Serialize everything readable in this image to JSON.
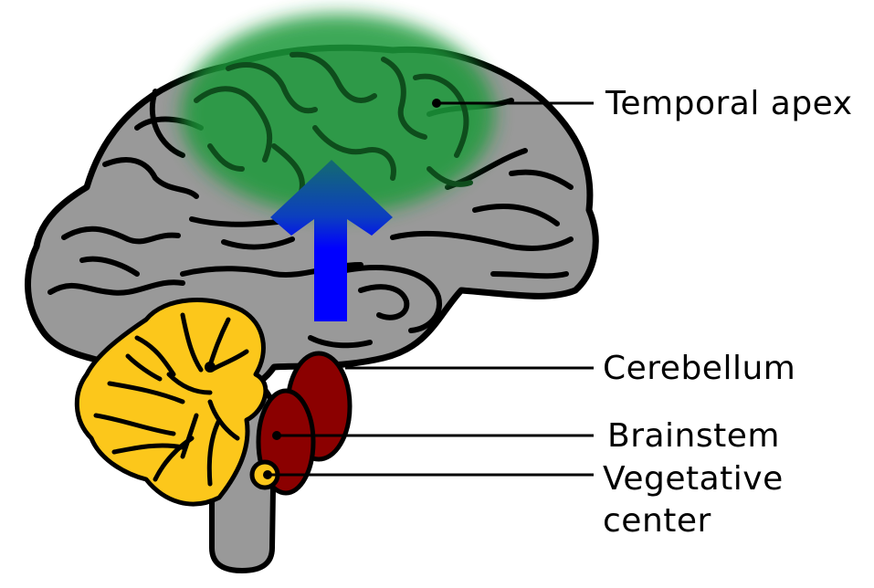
{
  "labels": {
    "temporal_apex": "Temporal apex",
    "cerebellum": "Cerebellum",
    "brainstem": "Brainstem",
    "vegetative_line1": "Vegetative",
    "vegetative_line2": "center"
  },
  "colors": {
    "brain": "#999999",
    "outline": "#000000",
    "highlight": "#1f9a3a",
    "arrow": "#0000ff",
    "cerebellum": "#fcc71b",
    "brainstem_part": "#8b0000",
    "label_line": "#000000"
  }
}
